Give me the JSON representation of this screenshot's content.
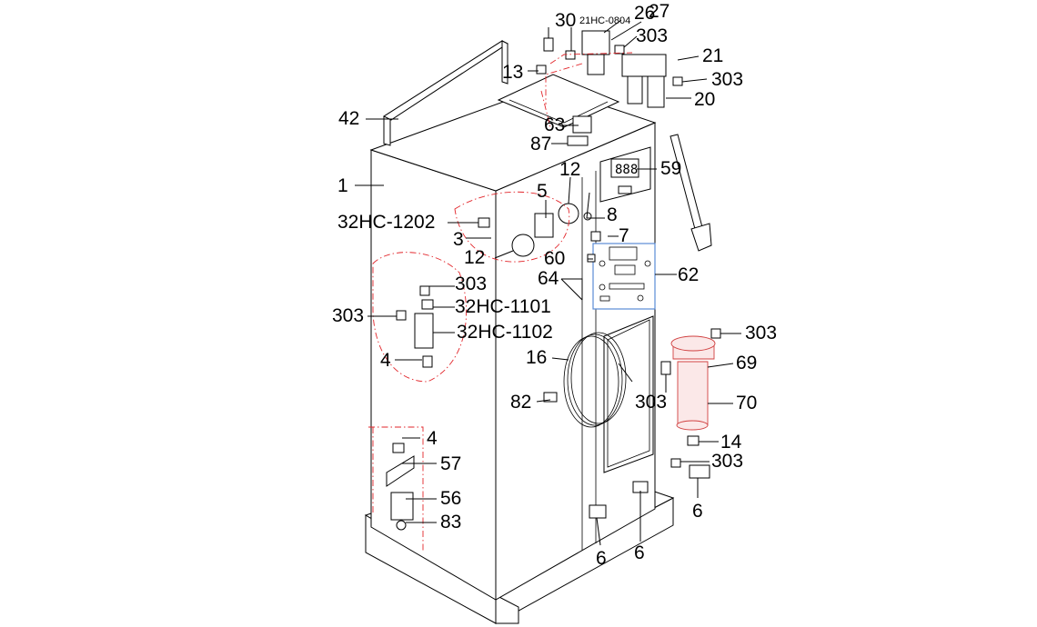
{
  "labels": [
    {
      "id": "lbl-30",
      "text": "30"
    },
    {
      "id": "lbl-21hc-0804",
      "text": "21HC-0804"
    },
    {
      "id": "lbl-26",
      "text": "26"
    },
    {
      "id": "lbl-27",
      "text": "27"
    },
    {
      "id": "lbl-303-a",
      "text": "303"
    },
    {
      "id": "lbl-21",
      "text": "21"
    },
    {
      "id": "lbl-13",
      "text": "13"
    },
    {
      "id": "lbl-303-b",
      "text": "303"
    },
    {
      "id": "lbl-20",
      "text": "20"
    },
    {
      "id": "lbl-42",
      "text": "42"
    },
    {
      "id": "lbl-63",
      "text": "63"
    },
    {
      "id": "lbl-87",
      "text": "87"
    },
    {
      "id": "lbl-59",
      "text": "59"
    },
    {
      "id": "lbl-1",
      "text": "1"
    },
    {
      "id": "lbl-12-a",
      "text": "12"
    },
    {
      "id": "lbl-5",
      "text": "5"
    },
    {
      "id": "lbl-8",
      "text": "8"
    },
    {
      "id": "lbl-32hc-1202",
      "text": "32HC-1202"
    },
    {
      "id": "lbl-3",
      "text": "3"
    },
    {
      "id": "lbl-7",
      "text": "7"
    },
    {
      "id": "lbl-12-b",
      "text": "12"
    },
    {
      "id": "lbl-60",
      "text": "60"
    },
    {
      "id": "lbl-64",
      "text": "64"
    },
    {
      "id": "lbl-62",
      "text": "62"
    },
    {
      "id": "lbl-303-c",
      "text": "303"
    },
    {
      "id": "lbl-32hc-1101",
      "text": "32HC-1101"
    },
    {
      "id": "lbl-303-d",
      "text": "303"
    },
    {
      "id": "lbl-32hc-1102",
      "text": "32HC-1102"
    },
    {
      "id": "lbl-303-e",
      "text": "303"
    },
    {
      "id": "lbl-69",
      "text": "69"
    },
    {
      "id": "lbl-16",
      "text": "16"
    },
    {
      "id": "lbl-4-a",
      "text": "4"
    },
    {
      "id": "lbl-82",
      "text": "82"
    },
    {
      "id": "lbl-303-f",
      "text": "303"
    },
    {
      "id": "lbl-70",
      "text": "70"
    },
    {
      "id": "lbl-4-b",
      "text": "4"
    },
    {
      "id": "lbl-14",
      "text": "14"
    },
    {
      "id": "lbl-57",
      "text": "57"
    },
    {
      "id": "lbl-303-g",
      "text": "303"
    },
    {
      "id": "lbl-56",
      "text": "56"
    },
    {
      "id": "lbl-83",
      "text": "83"
    },
    {
      "id": "lbl-6-a",
      "text": "6"
    },
    {
      "id": "lbl-6-b",
      "text": "6"
    },
    {
      "id": "lbl-6-c",
      "text": "6"
    }
  ],
  "colors": {
    "line": "#000000",
    "callout": "#e2262b",
    "background": "#ffffff"
  }
}
